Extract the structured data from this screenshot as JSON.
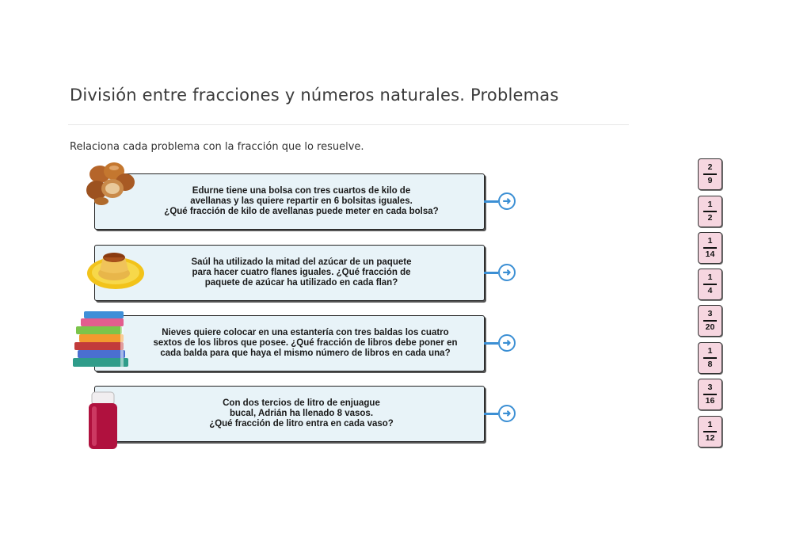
{
  "page": {
    "title": "División entre fracciones y números naturales. Problemas",
    "instruction": "Relaciona cada problema con la fracción que lo resuelve."
  },
  "problems": [
    {
      "text": "Edurne tiene una bolsa con tres cuartos de kilo de\navellanas y las quiere repartir en 6 bolsitas iguales.\n¿Qué fracción de kilo de avellanas puede meter en cada bolsa?",
      "image": "hazelnuts-icon"
    },
    {
      "text": "Saúl ha utilizado la mitad del azúcar de un paquete\npara hacer cuatro flanes iguales. ¿Qué fracción de\npaquete de azúcar ha utilizado en cada flan?",
      "image": "flan-icon"
    },
    {
      "text": "Nieves quiere colocar en una estantería con tres baldas los cuatro\nsextos de los libros que posee. ¿Qué fracción de libros debe poner en\ncada balda para que haya el mismo número de libros en cada una?",
      "image": "books-icon"
    },
    {
      "text": "Con dos tercios de litro de enjuague\nbucal, Adrián ha llenado 8 vasos.\n¿Qué fracción de litro entra en cada vaso?",
      "image": "mouthwash-bottle-icon"
    }
  ],
  "connect_icon": "arrow-right-circle-icon",
  "fractions": [
    {
      "num": "2",
      "den": "9"
    },
    {
      "num": "1",
      "den": "2"
    },
    {
      "num": "1",
      "den": "14"
    },
    {
      "num": "1",
      "den": "4"
    },
    {
      "num": "3",
      "den": "20"
    },
    {
      "num": "1",
      "den": "8"
    },
    {
      "num": "3",
      "den": "16"
    },
    {
      "num": "1",
      "den": "12"
    }
  ],
  "colors": {
    "card_bg": "#e8f3f8",
    "accent": "#3b8fd4",
    "fraction_bg": "#f6d6e0"
  }
}
